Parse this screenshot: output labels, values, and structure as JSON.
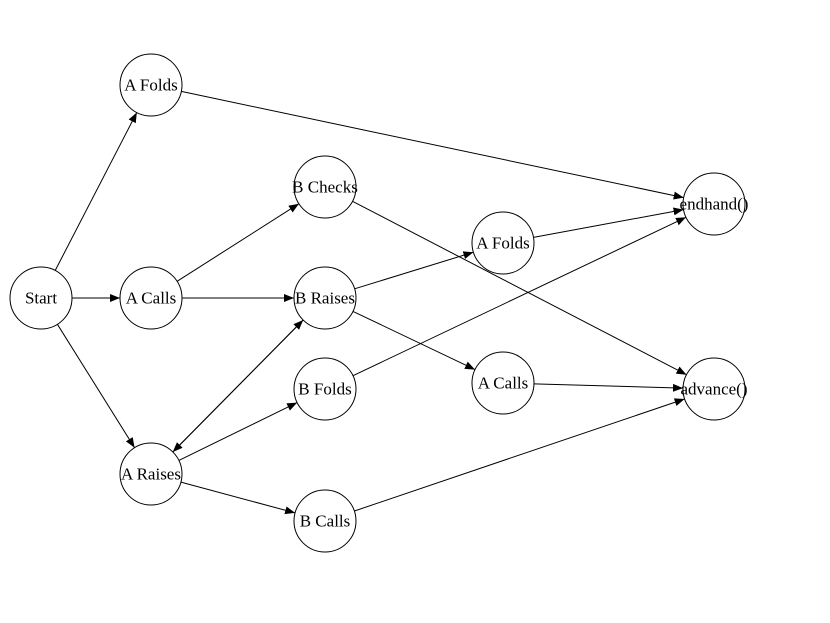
{
  "diagram": {
    "type": "directed-graph",
    "nodes": [
      {
        "id": "start",
        "label": "Start"
      },
      {
        "id": "a_folds_1",
        "label": "A Folds"
      },
      {
        "id": "a_calls_1",
        "label": "A Calls"
      },
      {
        "id": "a_raises",
        "label": "A Raises"
      },
      {
        "id": "b_checks",
        "label": "B Checks"
      },
      {
        "id": "b_raises",
        "label": "B Raises"
      },
      {
        "id": "b_folds",
        "label": "B Folds"
      },
      {
        "id": "b_calls",
        "label": "B Calls"
      },
      {
        "id": "a_folds_2",
        "label": "A Folds"
      },
      {
        "id": "a_calls_2",
        "label": "A Calls"
      },
      {
        "id": "endhand",
        "label": "endhand()"
      },
      {
        "id": "advance",
        "label": "advance()"
      }
    ],
    "edges": [
      {
        "from": "start",
        "to": "a_folds_1"
      },
      {
        "from": "start",
        "to": "a_calls_1"
      },
      {
        "from": "start",
        "to": "a_raises"
      },
      {
        "from": "a_folds_1",
        "to": "endhand"
      },
      {
        "from": "a_calls_1",
        "to": "b_checks"
      },
      {
        "from": "a_calls_1",
        "to": "b_raises"
      },
      {
        "from": "b_checks",
        "to": "advance"
      },
      {
        "from": "b_raises",
        "to": "a_folds_2"
      },
      {
        "from": "b_raises",
        "to": "a_calls_2"
      },
      {
        "from": "b_raises",
        "to": "a_raises"
      },
      {
        "from": "a_raises",
        "to": "b_raises"
      },
      {
        "from": "a_raises",
        "to": "b_folds"
      },
      {
        "from": "a_raises",
        "to": "b_calls"
      },
      {
        "from": "a_folds_2",
        "to": "endhand"
      },
      {
        "from": "b_folds",
        "to": "endhand"
      },
      {
        "from": "a_calls_2",
        "to": "advance"
      },
      {
        "from": "b_calls",
        "to": "advance"
      }
    ]
  }
}
